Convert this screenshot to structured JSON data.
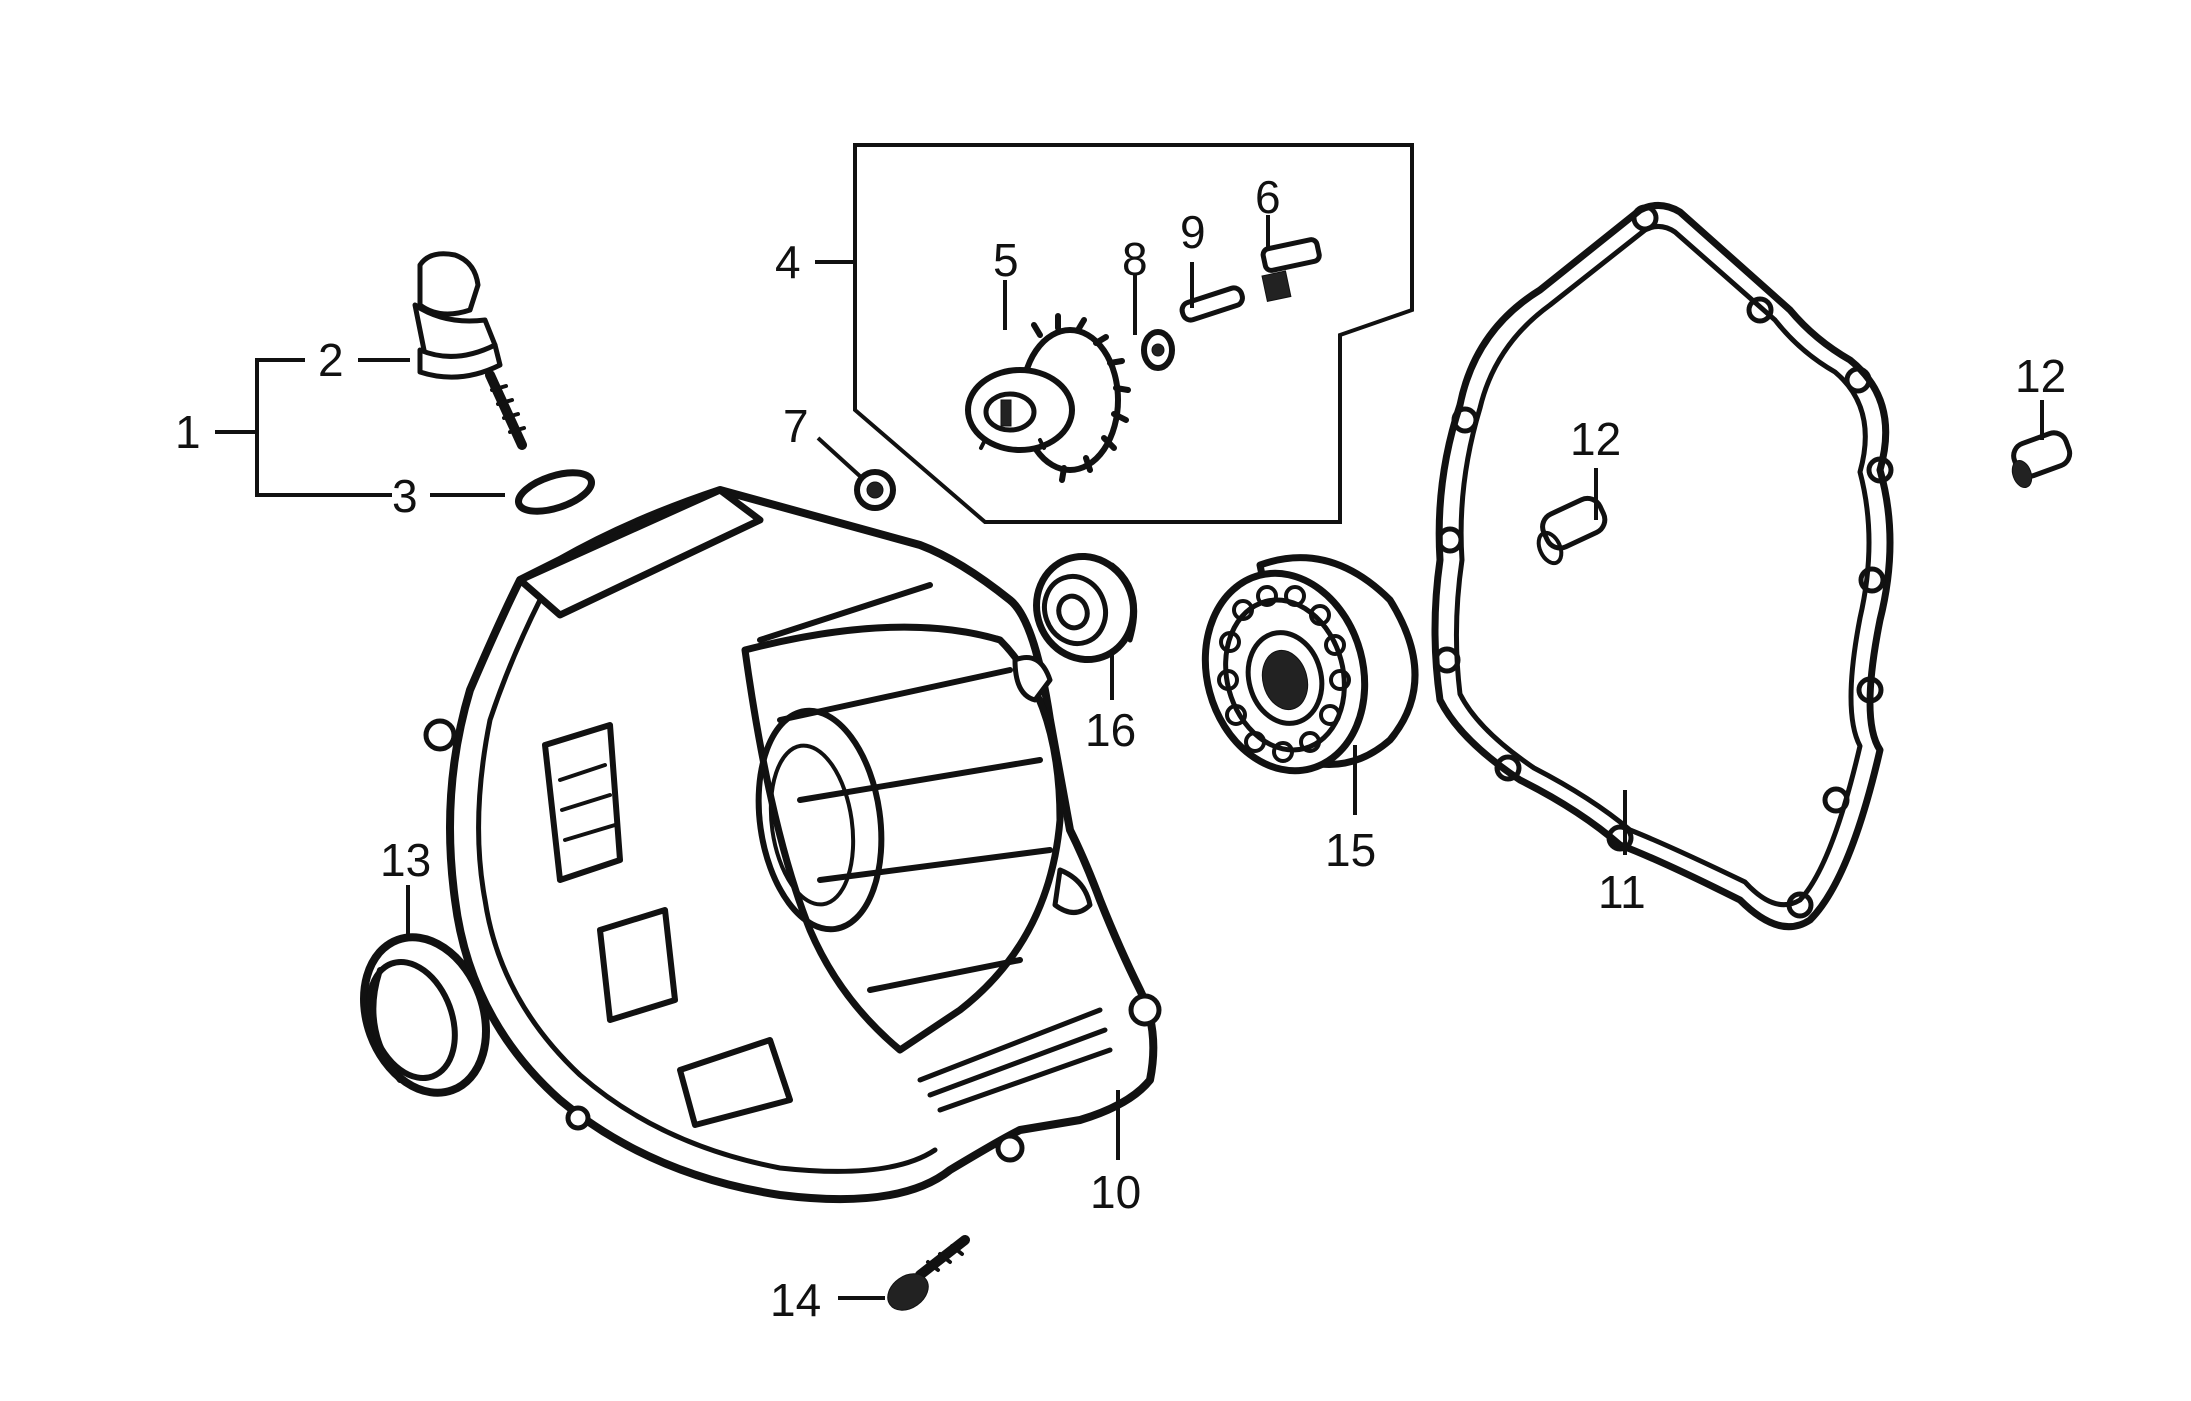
{
  "callouts": {
    "c1": "1",
    "c2": "2",
    "c3": "3",
    "c4": "4",
    "c5": "5",
    "c6": "6",
    "c7": "7",
    "c8": "8",
    "c9": "9",
    "c10": "10",
    "c11": "11",
    "c12a": "12",
    "c12b": "12",
    "c13": "13",
    "c14": "14",
    "c15": "15",
    "c16": "16"
  }
}
